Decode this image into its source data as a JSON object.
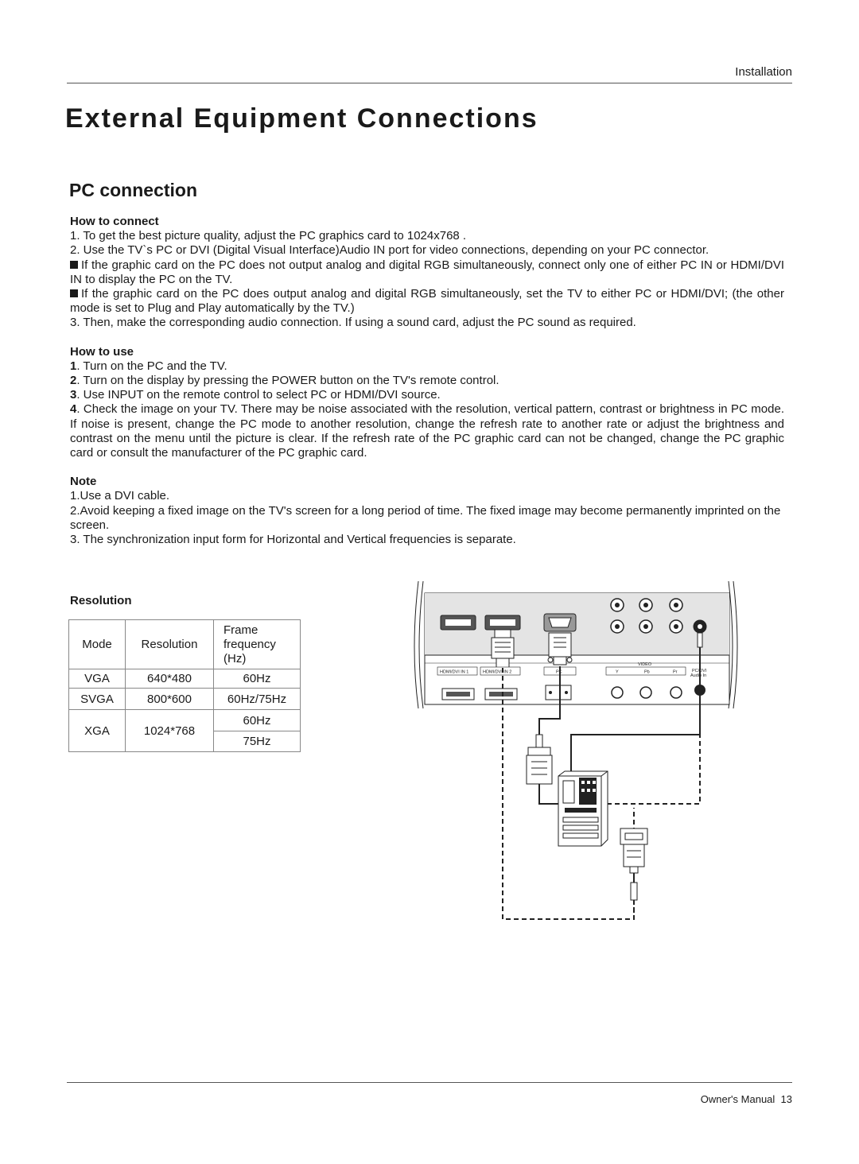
{
  "header": {
    "section": "Installation"
  },
  "title": "External Equipment Connections",
  "subtitle": "PC connection",
  "how_to_connect": {
    "heading": "How to connect",
    "items": [
      "1. To get the best picture quality, adjust the PC graphics card to 1024x768 .",
      "2. Use the TV`s PC or DVI (Digital Visual Interface)Audio IN port for video connections, depending on your PC connector.",
      "If the graphic card on the PC does not output analog and digital RGB simultaneously, connect only one of either PC IN or HDMI/DVI IN to display the PC on the TV.",
      "If the graphic card on the PC does output analog and digital RGB simultaneously, set the TV to either PC or HDMI/DVI; (the other mode is set to Plug and Play automatically by the TV.)",
      "3. Then, make the corresponding audio connection. If using a sound card, adjust the PC sound as required."
    ]
  },
  "how_to_use": {
    "heading": "How to use",
    "items": [
      {
        "num": "1",
        "text": ". Turn on the PC and the TV."
      },
      {
        "num": "2",
        "text": ". Turn on the display by pressing the POWER button on the TV's remote control."
      },
      {
        "num": "3",
        "text": ". Use INPUT on the remote control to select PC or HDMI/DVI source."
      },
      {
        "num": "4",
        "text": ". Check the image on your TV. There may be noise associated with the resolution, vertical pattern, contrast or brightness in PC mode. If noise is present, change the PC mode to another resolution, change the refresh rate to another rate or adjust the brightness and contrast on the menu until the picture is clear. If the refresh rate of the PC graphic card can not be changed, change the PC graphic card or consult the manufacturer of the PC graphic card."
      }
    ]
  },
  "note": {
    "heading": "Note",
    "items": [
      "1.Use a DVI cable.",
      "2.Avoid keeping a fixed image on the TV's screen for a long period of time. The fixed image may become permanently imprinted on the screen.",
      "3. The synchronization input form for Horizontal and Vertical frequencies is separate."
    ]
  },
  "resolution": {
    "heading": "Resolution",
    "columns": {
      "mode": "Mode",
      "resolution": "Resolution",
      "frame_line1": "Frame",
      "frame_line2": "frequency",
      "frame_line3": "(Hz)"
    },
    "rows": [
      {
        "mode": "VGA",
        "resolution": "640*480",
        "freqs": [
          "60Hz"
        ]
      },
      {
        "mode": "SVGA",
        "resolution": "800*600",
        "freqs": [
          "60Hz/75Hz"
        ]
      },
      {
        "mode": "XGA",
        "resolution": "1024*768",
        "freqs": [
          "60Hz",
          "75Hz"
        ]
      }
    ]
  },
  "diagram": {
    "labels": {
      "hdmi1": "HDMI/DVI IN 1",
      "hdmi2": "HDMI/DVI IN 2",
      "pc": "PC",
      "video": "VIDEO",
      "y": "Y",
      "pb": "Pb",
      "pr": "Pr",
      "pcdvi": "PC/DVI",
      "audio_in": "Audio In"
    }
  },
  "footer": {
    "manual": "Owner's Manual",
    "page": "13"
  }
}
